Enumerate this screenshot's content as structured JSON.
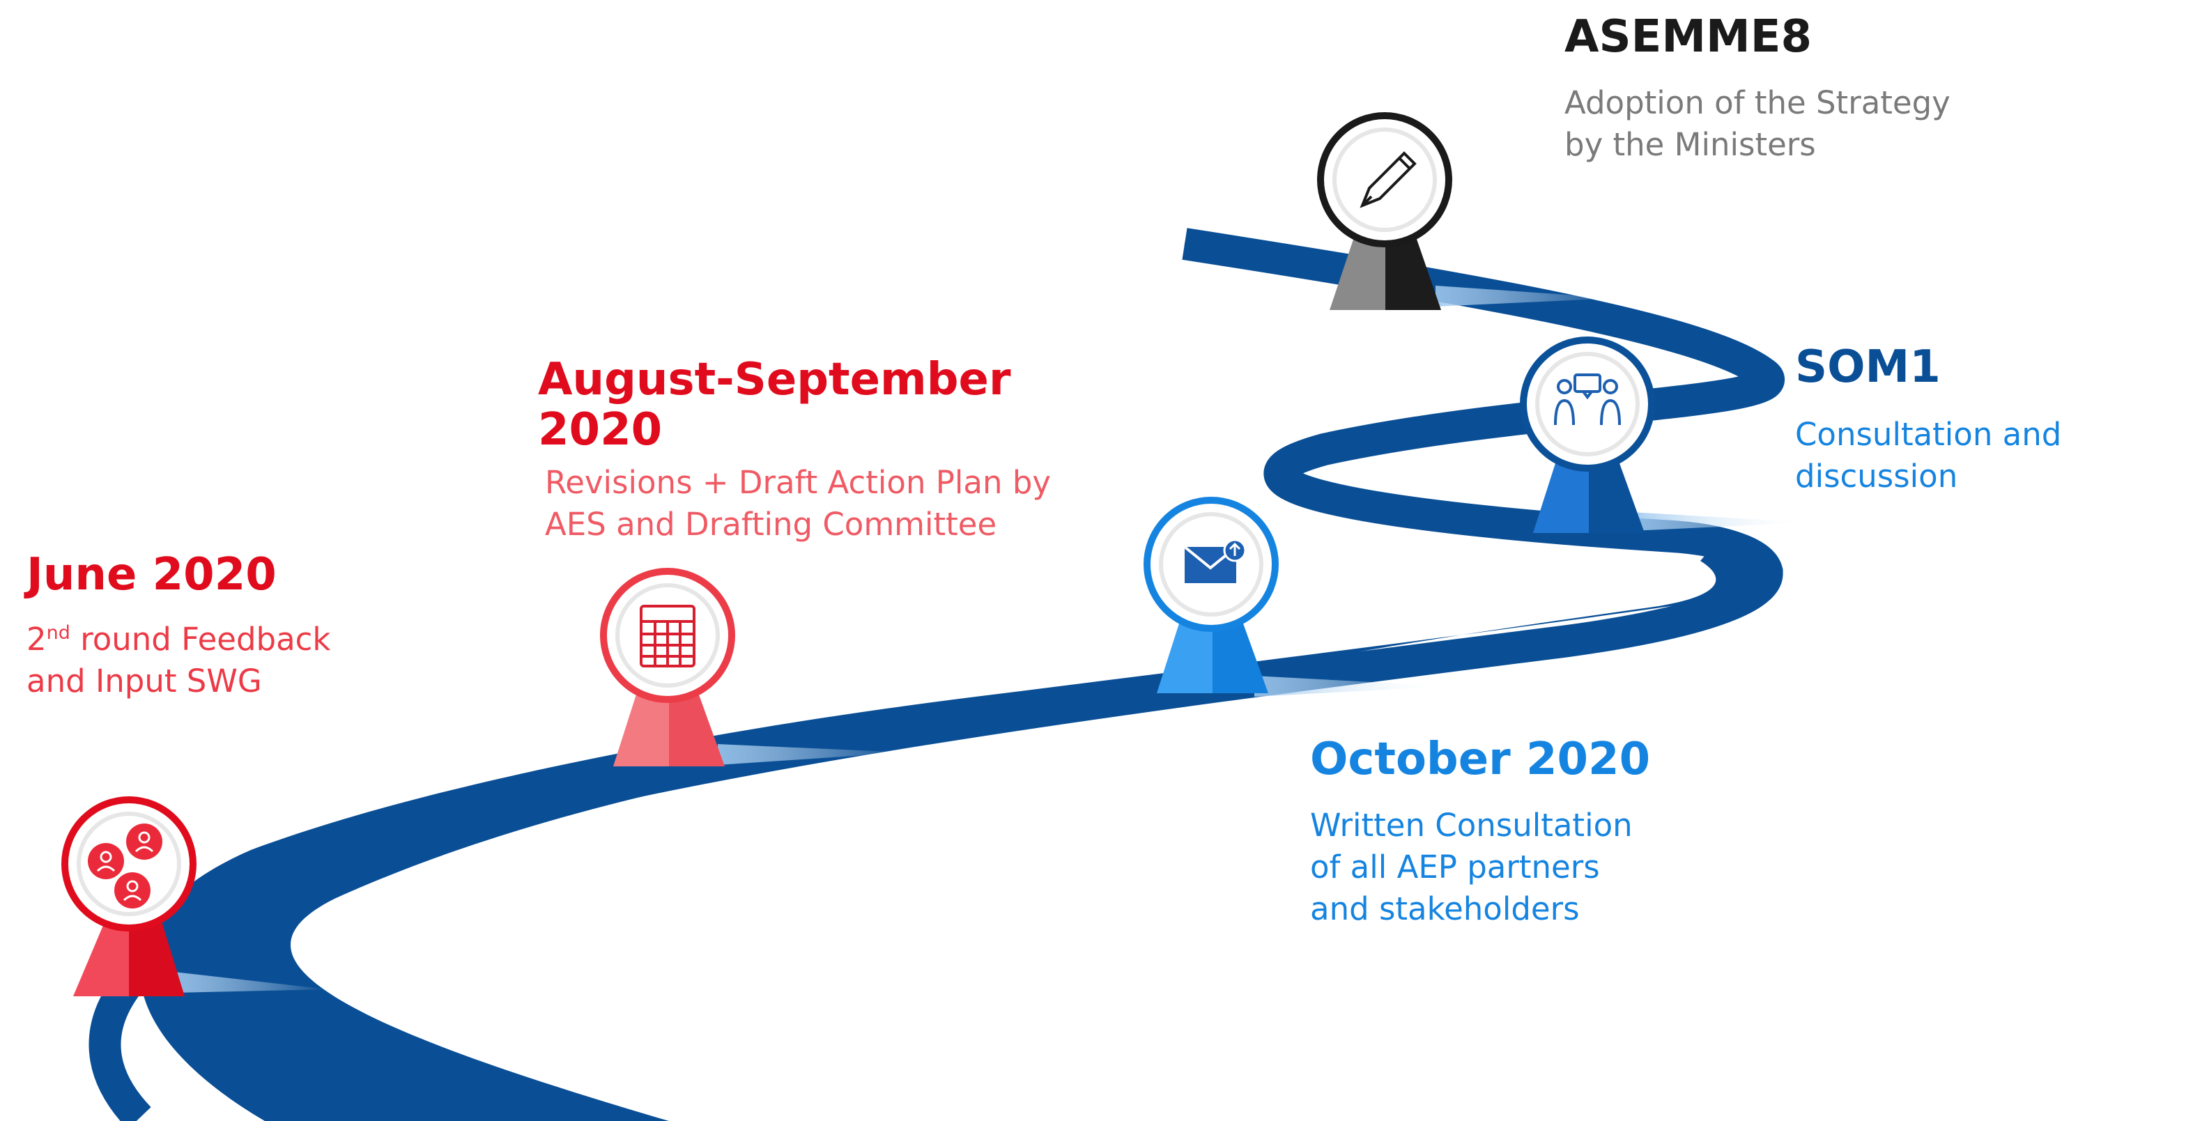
{
  "milestones": {
    "june": {
      "title": "June 2020",
      "ordinal_number": "2",
      "ordinal_suffix": "nd",
      "line1_rest": " round Feedback",
      "line2": "and Input SWG",
      "icon": "people-group-icon"
    },
    "aug_sep": {
      "title_line1": "August-September",
      "title_line2": "2020",
      "line1": "Revisions + Draft Action Plan by",
      "line2": "AES and Drafting Committee",
      "icon": "spreadsheet-icon"
    },
    "october": {
      "title": "October 2020",
      "line1": "Written Consultation",
      "line2": "of all AEP partners",
      "line3": "and stakeholders",
      "icon": "envelope-upload-icon"
    },
    "som1": {
      "title": "SOM1",
      "line1": "Consultation and",
      "line2": "discussion",
      "icon": "meeting-discussion-icon"
    },
    "asemme8": {
      "title": "ASEMME8",
      "line1": "Adoption of the Strategy",
      "line2": "by the Ministers",
      "icon": "pen-signing-icon"
    }
  },
  "colors": {
    "road": "#0a4f96",
    "red_dark": "#e00b1c",
    "red_light": "#f0525c",
    "blue_dark": "#0a4f96",
    "blue_mid": "#1584e0",
    "black": "#1a1a1a",
    "grey_text": "#7a7a7a"
  }
}
